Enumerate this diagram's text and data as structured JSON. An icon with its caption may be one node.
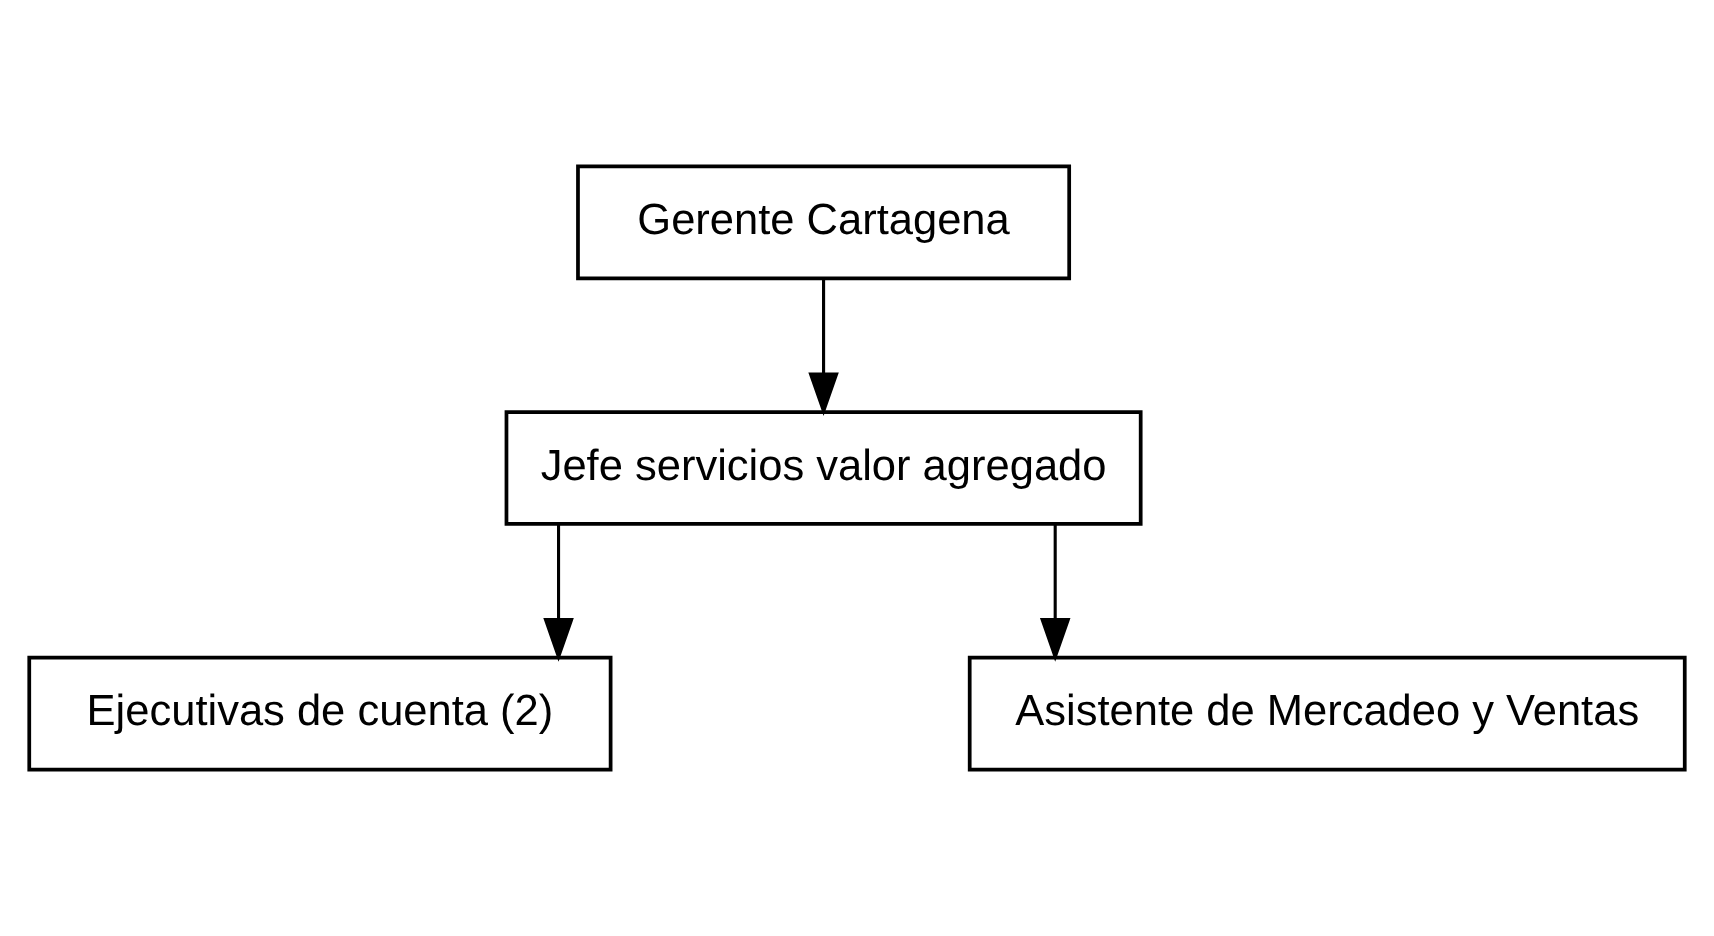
{
  "diagram": {
    "nodes": [
      {
        "text": [
          "Gerente Cartagena"
        ]
      },
      {
        "text": [
          "Jefe servicios valor agregado"
        ]
      },
      {
        "text": [
          "Ejecutivas de cuenta (2)"
        ]
      },
      {
        "text": [
          "Asistente de Mercadeo y Ventas"
        ]
      }
    ],
    "edges": [
      {
        "from": 0,
        "to": 1,
        "arrow": "to"
      },
      {
        "from": 1,
        "to": 2,
        "arrow": "to"
      },
      {
        "from": 1,
        "to": 3,
        "arrow": "to"
      }
    ]
  }
}
